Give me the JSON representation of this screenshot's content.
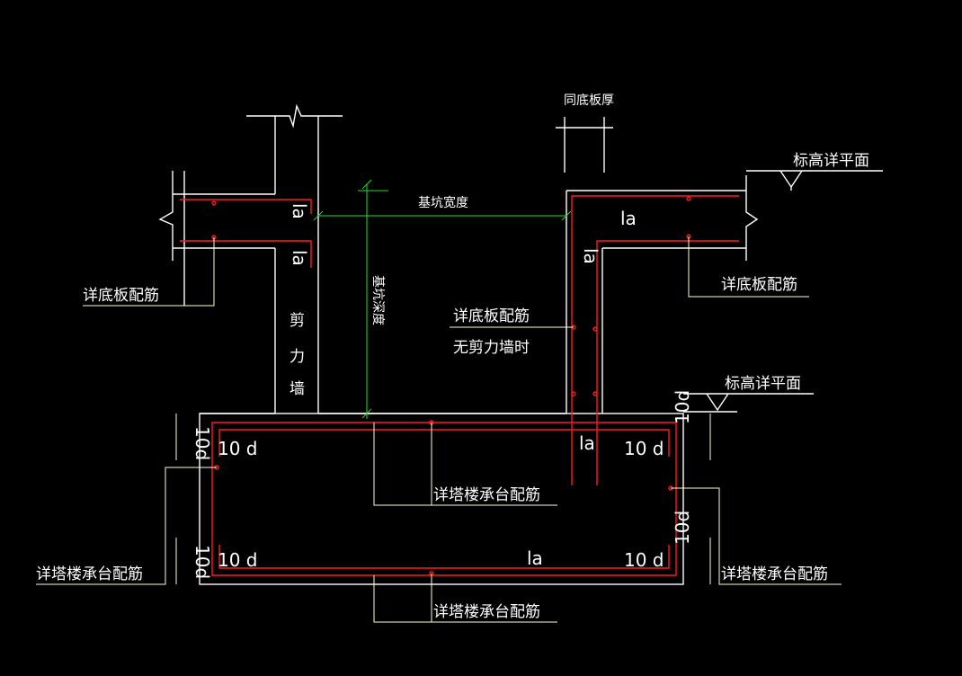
{
  "labels": {
    "same_slab_thickness": "同底板厚",
    "elevation_top": "标高详平面",
    "elevation_right": "标高详平面",
    "pit_width": "基坑宽度",
    "pit_depth": "基坑深度",
    "slab_rebar_left": "详底板配筋",
    "slab_rebar_right": "详底板配筋",
    "slab_rebar_center": "详底板配筋",
    "no_shear_wall": "无剪力墙时",
    "shear_wall": [
      "剪",
      "力",
      "墙"
    ],
    "pile_cap_rebar_left": "详塔楼承台配筋",
    "pile_cap_rebar_right": "详塔楼承台配筋",
    "pile_cap_rebar_center": "详塔楼承台配筋",
    "pile_cap_rebar_bottom": "详塔楼承台配筋",
    "la": "la",
    "ten_d": "10d",
    "ten_d_spaced": "10 d"
  },
  "colors": {
    "background": "#000000",
    "structure": "#ffffff",
    "rebar": "#ff1a1a",
    "dimension": "#22dd22",
    "leader": "#ffffcc"
  }
}
